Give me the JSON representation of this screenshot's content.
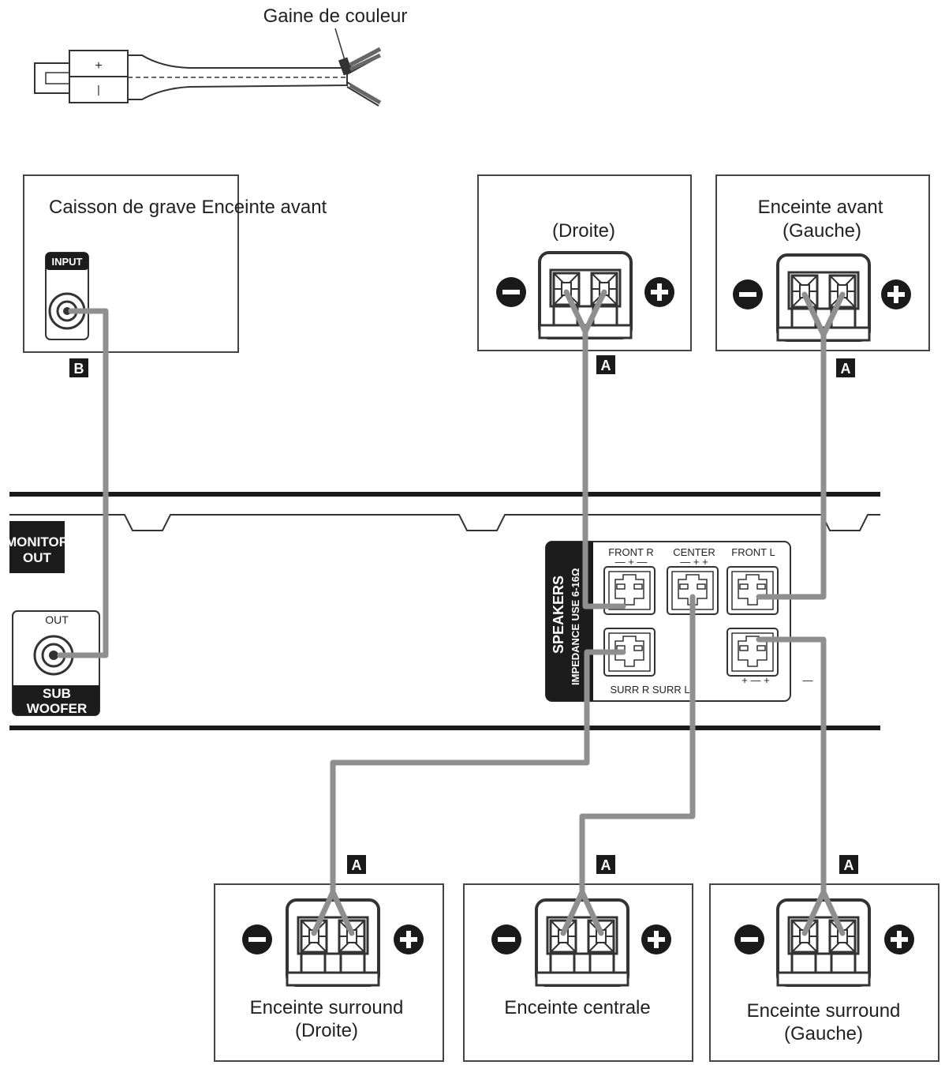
{
  "cable": {
    "sheath_label": "Gaine de couleur",
    "plus": "+",
    "minus": "|"
  },
  "subwoofer": {
    "title": "Caisson de grave Enceinte avant",
    "input_label": "INPUT",
    "tag": "B"
  },
  "front_right": {
    "title": "(Droite)",
    "tag": "A"
  },
  "front_left": {
    "title_line1": "Enceinte avant",
    "title_line2": "(Gauche)",
    "tag": "A"
  },
  "surround_right": {
    "title_line1": "Enceinte surround",
    "title_line2": "(Droite)",
    "tag": "A"
  },
  "center": {
    "title": "Enceinte centrale",
    "tag": "A"
  },
  "surround_left": {
    "title_line1": "Enceinte surround",
    "title_line2": "(Gauche)",
    "tag": "A"
  },
  "receiver": {
    "monitor_out_line1": "MONITOR",
    "monitor_out_line2": "OUT",
    "out_label": "OUT",
    "subwoofer_line1": "SUB",
    "subwoofer_line2": "WOOFER",
    "speakers_line1": "SPEAKERS",
    "speakers_line2": "IMPEDANCE USE  6-16Ω",
    "front_r": "FRONT R",
    "center": "CENTER",
    "front_l": "FRONT L",
    "surr_labels": "SURR R SURR L",
    "front_r_pol": "—   + —",
    "center_pol": "— +   +",
    "bottom_pol": "+        — +",
    "bottom_extra": "—"
  },
  "colors": {
    "wire": "#8f8f8f",
    "line": "#333333",
    "panel_dark": "#1c1c1c"
  }
}
